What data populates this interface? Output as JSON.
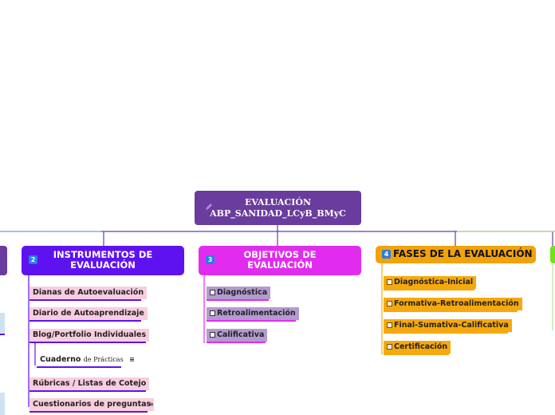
{
  "root": {
    "line1": "EVALUACIÓN",
    "line2": "ABP_SANIDAD_LCyB_BMyC"
  },
  "branches": [
    {
      "num": "2",
      "title_l1": "INSTRUMENTOS DE",
      "title_l2": "EVALUACIÓN",
      "color": "#5f12f0",
      "items": [
        "Dianas de Autoevaluación",
        "Diario de Autoaprendizaje",
        "Blog/Portfolio Individuales",
        "Rúbricas / Listas de Cotejo",
        "Cuestionarios de preguntas"
      ],
      "sub": {
        "label_bold": "Cuaderno",
        "label_rest": "de Prácticas"
      }
    },
    {
      "num": "3",
      "title_l1": "OBJETIVOS DE",
      "title_l2": "EVALUACIÓN",
      "color": "#e12cf0",
      "items": [
        "Diagnóstica",
        "Retroalimentación",
        "Calificativa"
      ]
    },
    {
      "num": "4",
      "title_l1": "FASES DE LA EVALUACIÓN",
      "color": "#f2a20a",
      "items": [
        "Diagnóstica-Inicial",
        "Formativa-Retroalimentación",
        "Final-Sumativa-Calificativa",
        "Certificación"
      ]
    }
  ],
  "icons": {
    "note": "≡"
  }
}
